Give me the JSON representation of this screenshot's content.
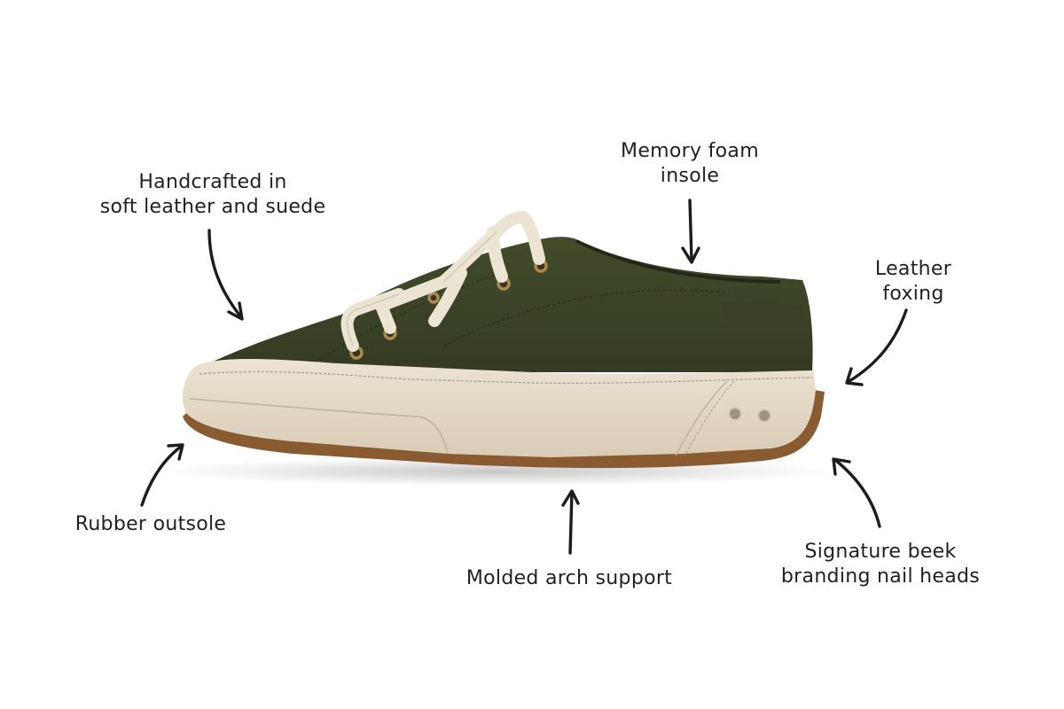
{
  "product": {
    "description": "Side profile of a low-top lace-up sneaker",
    "colors": {
      "suede_upper": "#3d4527",
      "suede_shadow": "#2f3620",
      "leather_foxing": "#e6dccb",
      "leather_shadow": "#cfc3ae",
      "outsole": "#8a5a30",
      "laces": "#ece4d3",
      "eyelets": "#a98a4f"
    }
  },
  "callouts": [
    {
      "id": "handcrafted",
      "lines": [
        "Handcrafted in",
        "soft leather and suede"
      ],
      "arrow_icon": "curved-arrow-down"
    },
    {
      "id": "memory-foam",
      "lines": [
        "Memory foam",
        "insole"
      ],
      "arrow_icon": "arrow-down"
    },
    {
      "id": "leather-foxing",
      "lines": [
        "Leather",
        "foxing"
      ],
      "arrow_icon": "curved-arrow-down-left"
    },
    {
      "id": "rubber-outsole",
      "lines": [
        "Rubber outsole"
      ],
      "arrow_icon": "curved-arrow-up-right"
    },
    {
      "id": "arch-support",
      "lines": [
        "Molded arch support"
      ],
      "arrow_icon": "arrow-up"
    },
    {
      "id": "nail-heads",
      "lines": [
        "Signature beek",
        "branding nail heads"
      ],
      "arrow_icon": "curved-arrow-up-left"
    }
  ]
}
